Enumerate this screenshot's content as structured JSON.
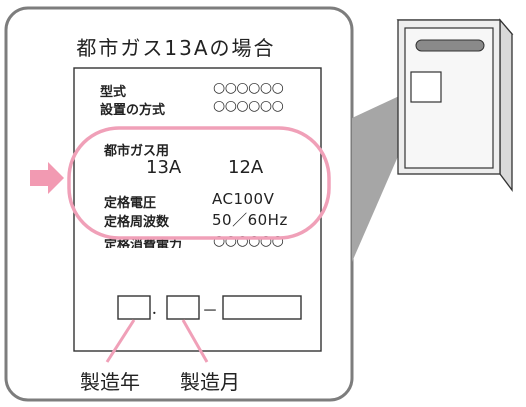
{
  "title": "都市ガス13Aの場合",
  "plate": {
    "model_label": "型式",
    "model_value": "○○○○○○",
    "install_label": "設置の方式",
    "install_value": "○○○○○○",
    "gas_label": "都市ガス用",
    "gas_13a": "13A",
    "gas_12a": "12A",
    "voltage_label": "定格電圧",
    "voltage_value": "AC100V",
    "frequency_label": "定格周波数",
    "frequency_value": "50／60Hz",
    "power_label": "定格消費電力",
    "power_value": "○○○○○○",
    "date_dot": "．",
    "date_dash": "－"
  },
  "labels": {
    "year": "製造年",
    "month": "製造月"
  },
  "colors": {
    "highlight": "#f0a0b8",
    "arrow": "#f29ab2",
    "panel_border": "#7d7d7d",
    "connector": "#a6a6a6"
  }
}
